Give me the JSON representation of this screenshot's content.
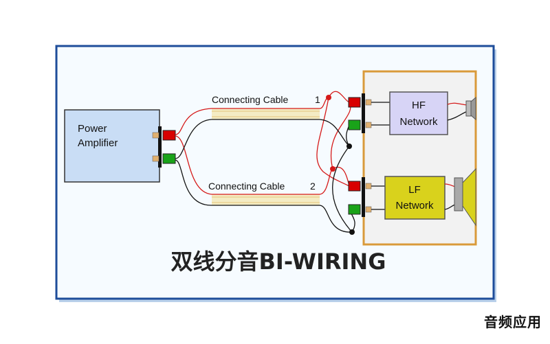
{
  "title": "双线分音BI-WIRING",
  "watermark": "音频应用",
  "amplifier": {
    "line1": "Power",
    "line2": "Amplifier"
  },
  "cable1": {
    "label": "Connecting Cable",
    "number": "1"
  },
  "cable2": {
    "label": "Connecting Cable",
    "number": "2"
  },
  "hf_network": {
    "line1": "HF",
    "line2": "Network"
  },
  "lf_network": {
    "line1": "LF",
    "line2": "Network"
  },
  "colors": {
    "frame_border": "#1e4d9a",
    "frame_bg": "#f6fbff",
    "amplifier_fill": "#c9ddf5",
    "speaker_box_border": "#d99a3a",
    "speaker_box_fill": "#f2f2f2",
    "hf_fill": "#d7d4f6",
    "lf_fill": "#d9d21c",
    "terminal_red": "#d80000",
    "terminal_green": "#19a319",
    "cable_fill": "#f4ecc4",
    "wire_red": "#d51919",
    "wire_black": "#111111"
  }
}
